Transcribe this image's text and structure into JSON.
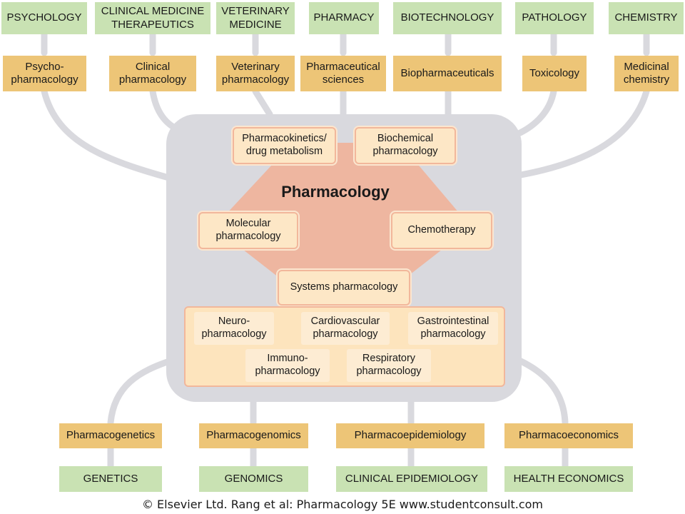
{
  "title": "Pharmacology",
  "disciplines_top": [
    {
      "id": "psychology",
      "label": "PSYCHOLOGY"
    },
    {
      "id": "clinical-medicine",
      "label": "CLINICAL MEDICINE\nTHERAPEUTICS"
    },
    {
      "id": "veterinary-medicine",
      "label": "VETERINARY\nMEDICINE"
    },
    {
      "id": "pharmacy",
      "label": "PHARMACY"
    },
    {
      "id": "biotechnology",
      "label": "BIOTECHNOLOGY"
    },
    {
      "id": "pathology",
      "label": "PATHOLOGY"
    },
    {
      "id": "chemistry",
      "label": "CHEMISTRY"
    }
  ],
  "subjects_top": [
    {
      "id": "psychopharmacology",
      "label": "Psycho-\npharmacology"
    },
    {
      "id": "clinical-pharmacology",
      "label": "Clinical\npharmacology"
    },
    {
      "id": "veterinary-pharmacology",
      "label": "Veterinary\npharmacology"
    },
    {
      "id": "pharmaceutical-sciences",
      "label": "Pharmaceutical\nsciences"
    },
    {
      "id": "biopharmaceuticals",
      "label": "Biopharmaceuticals"
    },
    {
      "id": "toxicology",
      "label": "Toxicology"
    },
    {
      "id": "medicinal-chemistry",
      "label": "Medicinal\nchemistry"
    }
  ],
  "core": {
    "pharmacokinetics": "Pharmacokinetics/\ndrug metabolism",
    "biochemical": "Biochemical\npharmacology",
    "molecular": "Molecular\npharmacology",
    "chemotherapy": "Chemotherapy",
    "systems": "Systems pharmacology"
  },
  "systems_subfields": [
    {
      "id": "neuropharmacology",
      "label": "Neuro-\npharmacology"
    },
    {
      "id": "cardiovascular",
      "label": "Cardiovascular\npharmacology"
    },
    {
      "id": "gastrointestinal",
      "label": "Gastrointestinal\npharmacology"
    },
    {
      "id": "immunopharmacology",
      "label": "Immuno-\npharmacology"
    },
    {
      "id": "respiratory",
      "label": "Respiratory\npharmacology"
    }
  ],
  "subjects_bottom": [
    {
      "id": "pharmacogenetics",
      "label": "Pharmacogenetics"
    },
    {
      "id": "pharmacogenomics",
      "label": "Pharmacogenomics"
    },
    {
      "id": "pharmacoepidemiology",
      "label": "Pharmacoepidemiology"
    },
    {
      "id": "pharmacoeconomics",
      "label": "Pharmacoeconomics"
    }
  ],
  "disciplines_bottom": [
    {
      "id": "genetics",
      "label": "GENETICS"
    },
    {
      "id": "genomics",
      "label": "GENOMICS"
    },
    {
      "id": "clinical-epidemiology",
      "label": "CLINICAL EPIDEMIOLOGY"
    },
    {
      "id": "health-economics",
      "label": "HEALTH ECONOMICS"
    }
  ],
  "footer": "© Elsevier Ltd. Rang et al: Pharmacology 5E www.studentconsult.com",
  "colors": {
    "discipline": "#c9e2b3",
    "subject": "#edc577",
    "panel": "#d9d9de",
    "hexagon": "#eeb6a0",
    "connector": "#d9d9de"
  }
}
